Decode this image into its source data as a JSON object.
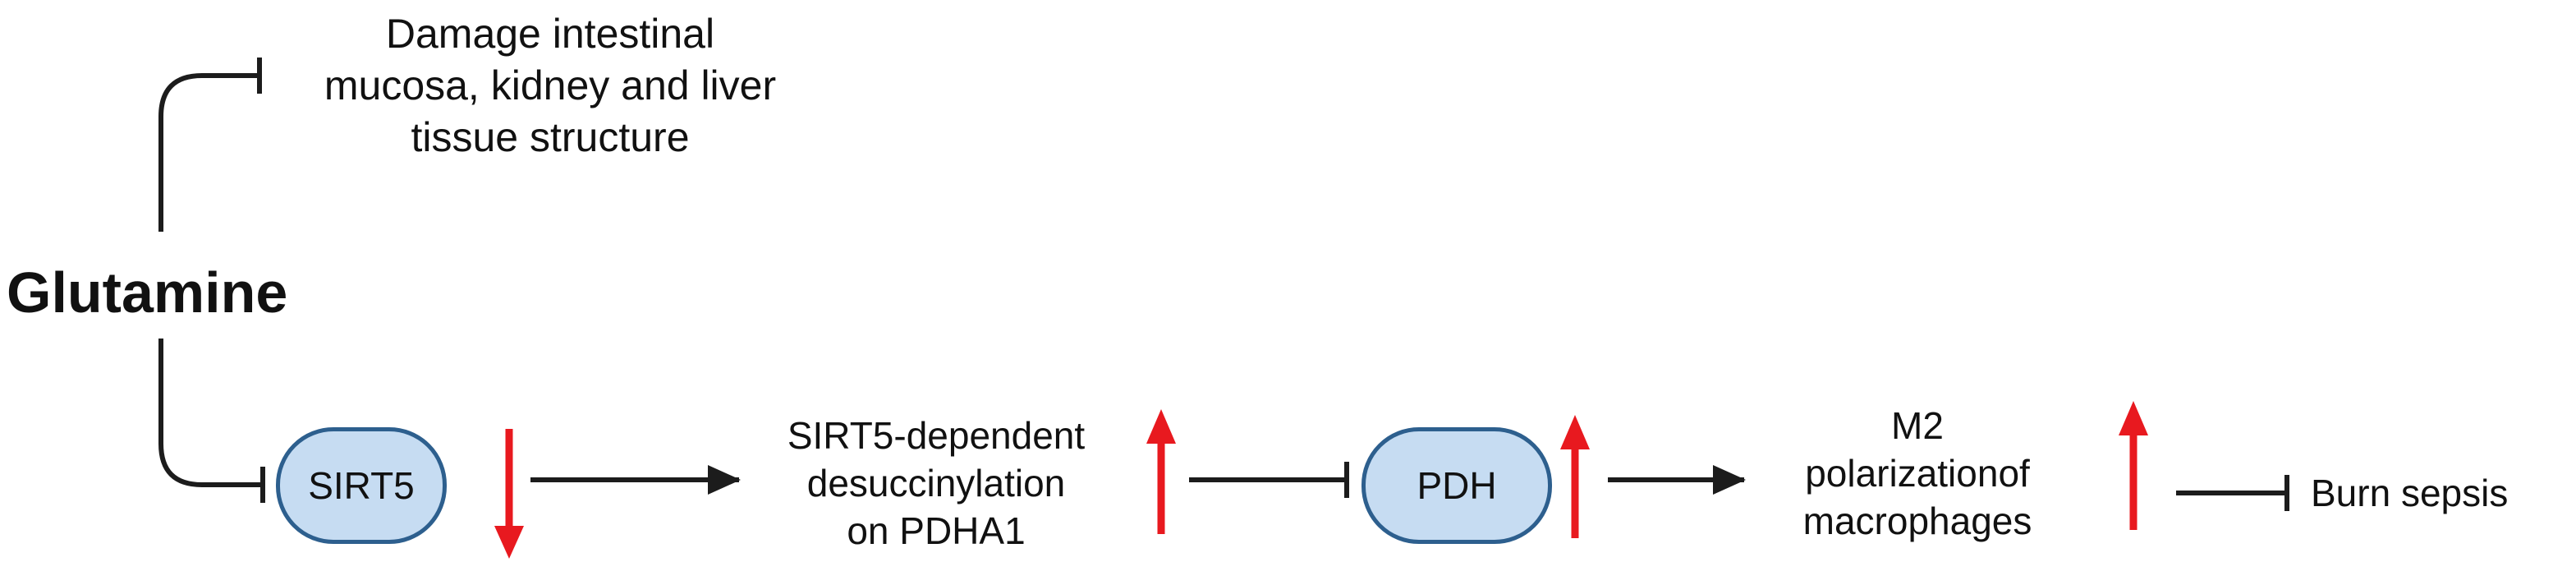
{
  "colors": {
    "line": "#1c1c1c",
    "up_arrow": "#e8191f",
    "down_arrow": "#e8191f",
    "node_fill": "#c6dcf2",
    "node_border": "#2d5f8e"
  },
  "source": {
    "label": "Glutamine"
  },
  "upper_effect": {
    "label": "Damage intestinal\nmucosa, kidney and liver\ntissue structure"
  },
  "pathway": {
    "sirt5": {
      "label": "SIRT5",
      "change": "down"
    },
    "desuccinylation": {
      "label": "SIRT5-dependent\ndesuccinylation\non PDHA1",
      "change": "up"
    },
    "pdh": {
      "label": "PDH",
      "change": "up"
    },
    "m2": {
      "label": "M2\npolarizationof\nmacrophages",
      "change": "up"
    },
    "outcome": {
      "label": "Burn sepsis"
    }
  },
  "edge_types": [
    "inhibits",
    "activates",
    "inhibits",
    "activates",
    "inhibits"
  ]
}
